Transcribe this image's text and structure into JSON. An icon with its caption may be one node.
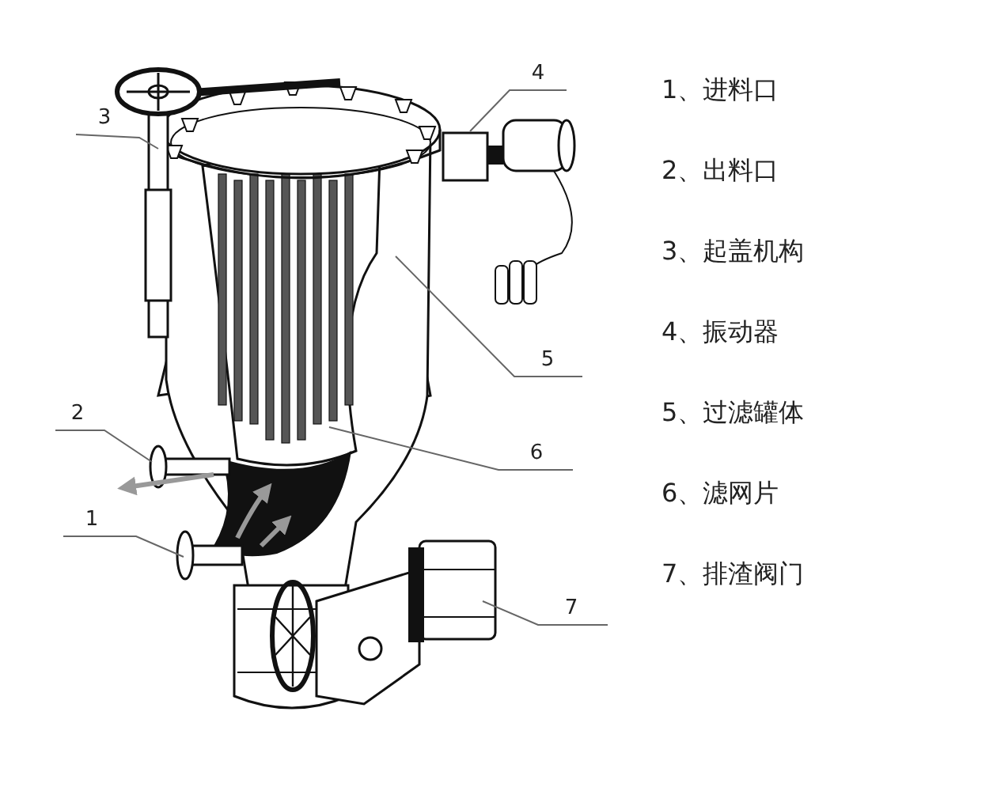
{
  "diagram": {
    "nodes": [
      {
        "text": [
          "4"
        ]
      },
      {
        "text": [
          "3"
        ]
      },
      {
        "text": [
          "5"
        ]
      },
      {
        "text": [
          "2"
        ]
      },
      {
        "text": [
          "6"
        ]
      },
      {
        "text": [
          "1"
        ]
      },
      {
        "text": [
          "7"
        ]
      }
    ],
    "edges": [
      {
        "from": 0,
        "to": null,
        "arrow": "none"
      },
      {
        "from": 1,
        "to": null,
        "arrow": "none"
      },
      {
        "from": 2,
        "to": null,
        "arrow": "none"
      },
      {
        "from": 3,
        "to": null,
        "arrow": "none"
      },
      {
        "from": 4,
        "to": null,
        "arrow": "none"
      },
      {
        "from": 5,
        "to": null,
        "arrow": "none"
      },
      {
        "from": 6,
        "to": null,
        "arrow": "none"
      }
    ],
    "labels": [
      "1、进料口",
      "2、出料口",
      "3、起盖机构",
      "4、振动器",
      "5、过滤罐体",
      "6、滤网片",
      "7、排渣阀门"
    ]
  }
}
